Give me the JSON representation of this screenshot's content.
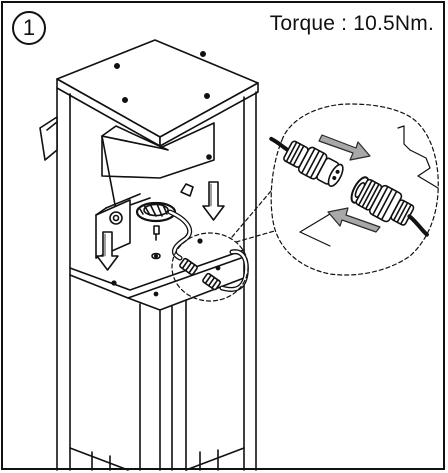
{
  "step": {
    "number": "1"
  },
  "torque": {
    "label": "Torque : 10.5Nm."
  },
  "icons": {
    "step_badge": "circled-number",
    "down_arrow": "arrow-down-icon",
    "push_arrow": "arrow-push-icon"
  },
  "colors": {
    "line": "#111111",
    "background": "#ffffff",
    "arrow_fill": "#a8a8a8",
    "arrow_dark": "#2a2a2a"
  }
}
